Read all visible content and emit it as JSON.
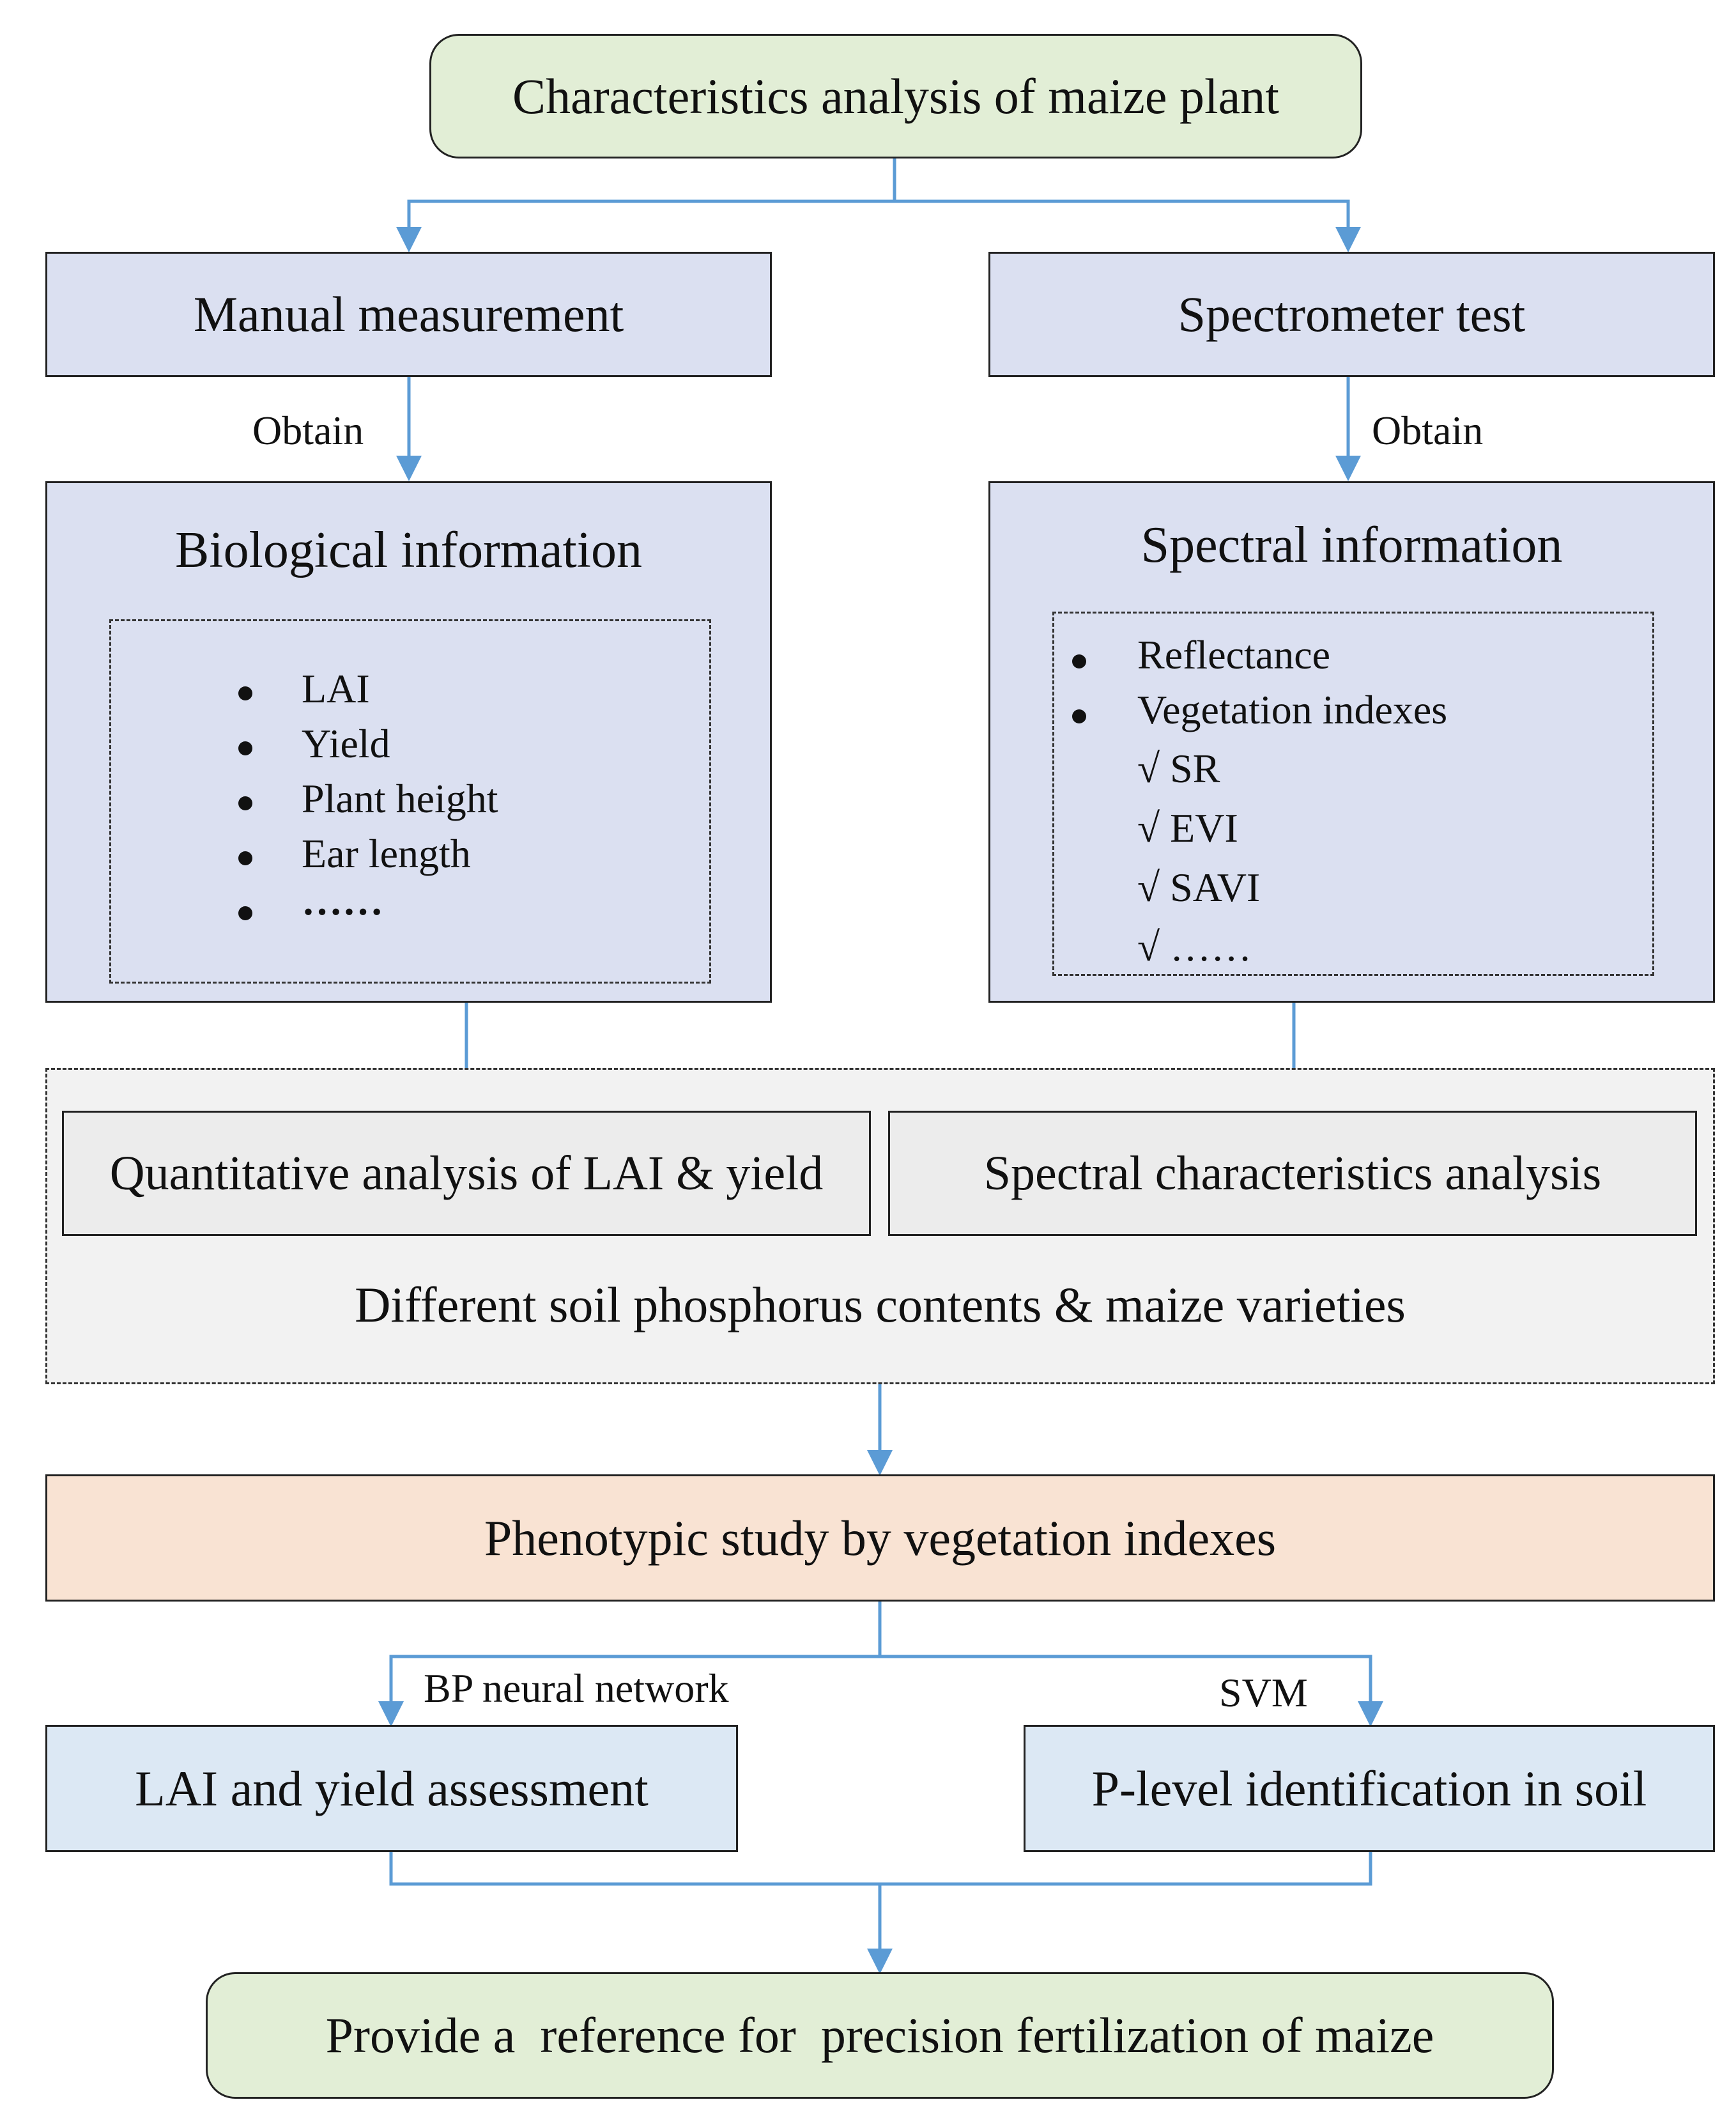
{
  "top": {
    "title": "Characteristics analysis of maize plant"
  },
  "methods": {
    "left": "Manual measurement",
    "right": "Spectrometer test",
    "obtain_left": "Obtain",
    "obtain_right": "Obtain"
  },
  "biological": {
    "title": "Biological information",
    "items": [
      "LAI",
      "Yield",
      "Plant height",
      "Ear length",
      "……"
    ]
  },
  "spectral": {
    "title": "Spectral information",
    "bullets": [
      "Reflectance",
      "Vegetation indexes"
    ],
    "checks": [
      "√ SR",
      "√ EVI",
      "√ SAVI",
      "√ ……"
    ]
  },
  "analysis": {
    "left": "Quantitative analysis of LAI & yield",
    "right": "Spectral characteristics analysis",
    "caption": "Different soil phosphorus contents & maize varieties"
  },
  "phenotypic": {
    "title": "Phenotypic study by vegetation indexes"
  },
  "models": {
    "bp_label": "BP neural network",
    "svm_label": "SVM",
    "left": "LAI and yield assessment",
    "right": "P-level identification in soil"
  },
  "bottom": {
    "title": "Provide a  reference for  precision fertilization of maize"
  },
  "colors": {
    "connector": "#5b9bd5",
    "green_fill": "#e2eed6",
    "blue_fill": "#dbe0f1",
    "light_blue_fill": "#dce8f4",
    "gray_fill": "#ececec",
    "peach_fill": "#f9e3d3",
    "zone_fill": "#f2f2f2"
  }
}
